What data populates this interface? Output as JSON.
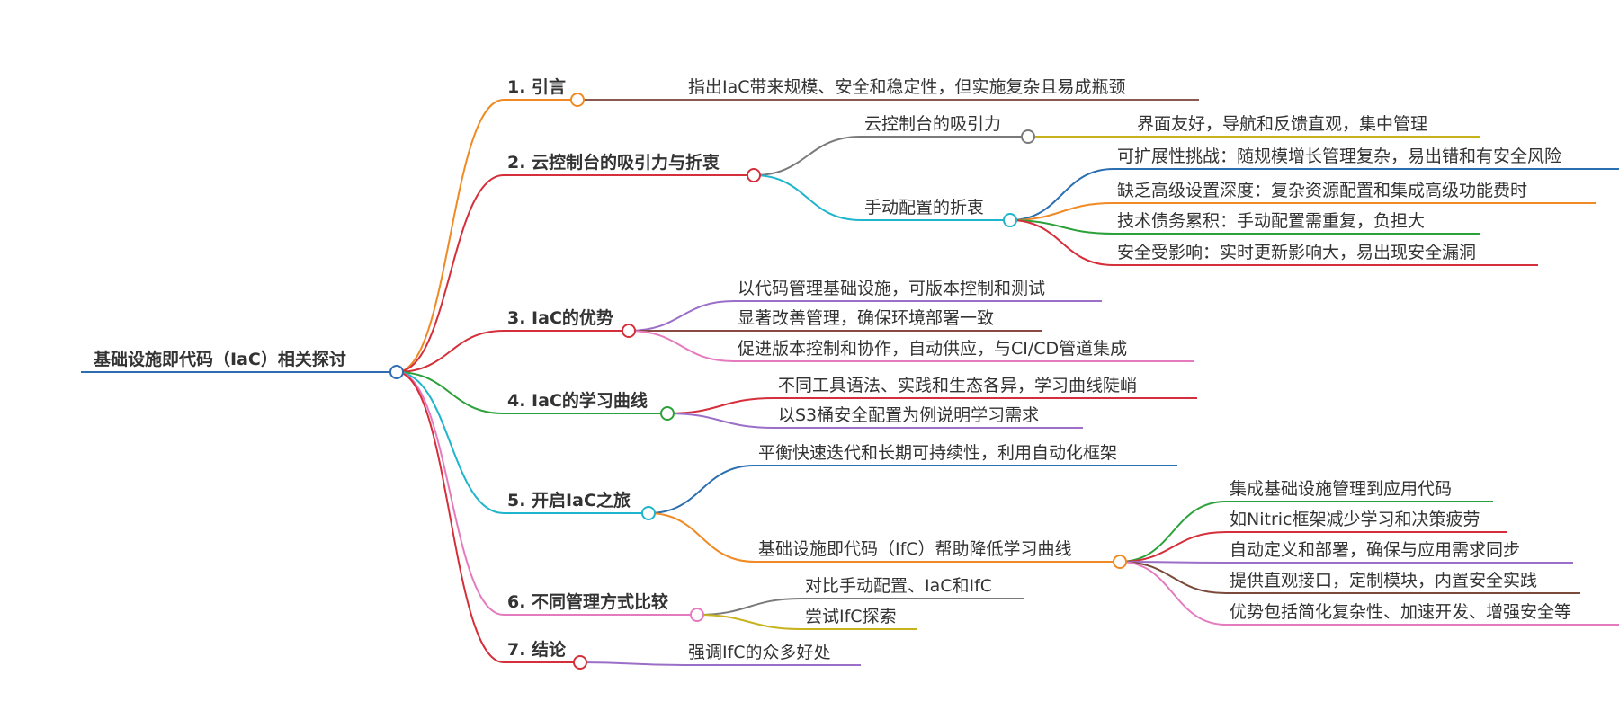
{
  "mindmap": {
    "root": {
      "label": "基础设施即代码（IaC）相关探讨",
      "color": "#2f6db3"
    },
    "branches": [
      {
        "label": "1. 引言",
        "color": "#f08a24",
        "children": [
          {
            "label": "指出IaC带来规模、安全和稳定性，但实施复杂且易成瓶颈",
            "color": "#8a5a52"
          }
        ]
      },
      {
        "label": "2. 云控制台的吸引力与折衷",
        "color": "#d42f3a",
        "children": [
          {
            "label": "云控制台的吸引力",
            "color": "#7a7a7a",
            "children": [
              {
                "label": "界面友好，导航和反馈直观，集中管理",
                "color": "#c8b21d"
              }
            ]
          },
          {
            "label": "手动配置的折衷",
            "color": "#1fb5cc",
            "children": [
              {
                "label": "可扩展性挑战：随规模增长管理复杂，易出错和有安全风险",
                "color": "#2c6fb0"
              },
              {
                "label": "缺乏高级设置深度：复杂资源配置和集成高级功能费时",
                "color": "#f08a24"
              },
              {
                "label": "技术债务累积：手动配置需重复，负担大",
                "color": "#2ca13a"
              },
              {
                "label": "安全受影响：实时更新影响大，易出现安全漏洞",
                "color": "#d42f3a"
              }
            ]
          }
        ]
      },
      {
        "label": "3. IaC的优势",
        "color": "#d42f3a",
        "children": [
          {
            "label": "以代码管理基础设施，可版本控制和测试",
            "color": "#9b6fc8"
          },
          {
            "label": "显著改善管理，确保环境部署一致",
            "color": "#8a4a42"
          },
          {
            "label": "促进版本控制和协作，自动供应，与CI/CD管道集成",
            "color": "#e57bbf"
          }
        ]
      },
      {
        "label": "4. IaC的学习曲线",
        "color": "#2ca13a",
        "children": [
          {
            "label": "不同工具语法、实践和生态各异，学习曲线陡峭",
            "color": "#d42f3a"
          },
          {
            "label": "以S3桶安全配置为例说明学习需求",
            "color": "#9b6fc8"
          }
        ]
      },
      {
        "label": "5. 开启IaC之旅",
        "color": "#1fb5cc",
        "children": [
          {
            "label": "平衡快速迭代和长期可持续性，利用自动化框架",
            "color": "#2c6fb0"
          },
          {
            "label": "基础设施即代码（IfC）帮助降低学习曲线",
            "color": "#f08a24",
            "children": [
              {
                "label": "集成基础设施管理到应用代码",
                "color": "#2ca13a"
              },
              {
                "label": "如Nitric框架减少学习和决策疲劳",
                "color": "#d42f3a"
              },
              {
                "label": "自动定义和部署，确保与应用需求同步",
                "color": "#9b6fc8"
              },
              {
                "label": "提供直观接口，定制模块，内置安全实践",
                "color": "#7a4a3a"
              },
              {
                "label": "优势包括简化复杂性、加速开发、增强安全等",
                "color": "#e57bbf"
              }
            ]
          }
        ]
      },
      {
        "label": "6. 不同管理方式比较",
        "color": "#e57bbf",
        "children": [
          {
            "label": "对比手动配置、IaC和IfC",
            "color": "#7a7a7a"
          },
          {
            "label": "尝试IfC探索",
            "color": "#c8b21d"
          }
        ]
      },
      {
        "label": "7. 结论",
        "color": "#d42f3a",
        "children": [
          {
            "label": "强调IfC的众多好处",
            "color": "#9b6fc8"
          }
        ]
      }
    ]
  }
}
